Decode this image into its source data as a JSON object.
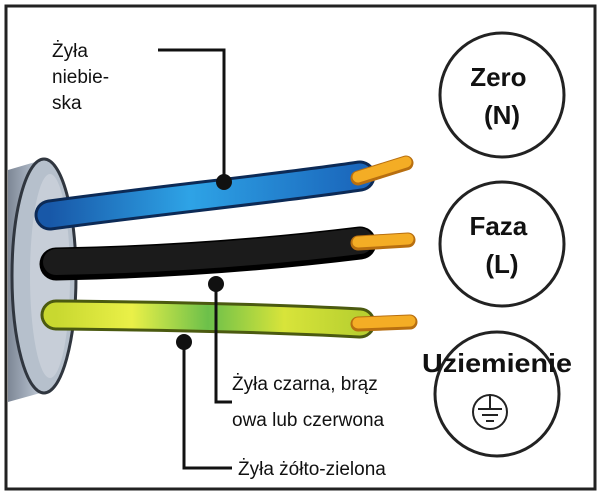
{
  "labels": {
    "blue_wire": [
      "Żyła",
      "niebie-",
      "ska"
    ],
    "black_wire": [
      "Żyła czarna, brąz",
      "owa lub czerwona"
    ],
    "yellow_green_wire": "Żyła żółto-zielona"
  },
  "circles": {
    "zero": [
      "Zero",
      "(N)"
    ],
    "phase": [
      "Faza",
      "(L)"
    ],
    "ground": "Uziemienie"
  },
  "colors": {
    "blue_wire": "#1f6fc4",
    "black_wire": "#111111",
    "yellow_green_wire": "#c8dc32",
    "copper_tip": "#f2a81e",
    "cable_sheath": "#9aa5b4",
    "frame": "#222222"
  },
  "icons": {
    "ground_symbol": "ground-icon"
  }
}
